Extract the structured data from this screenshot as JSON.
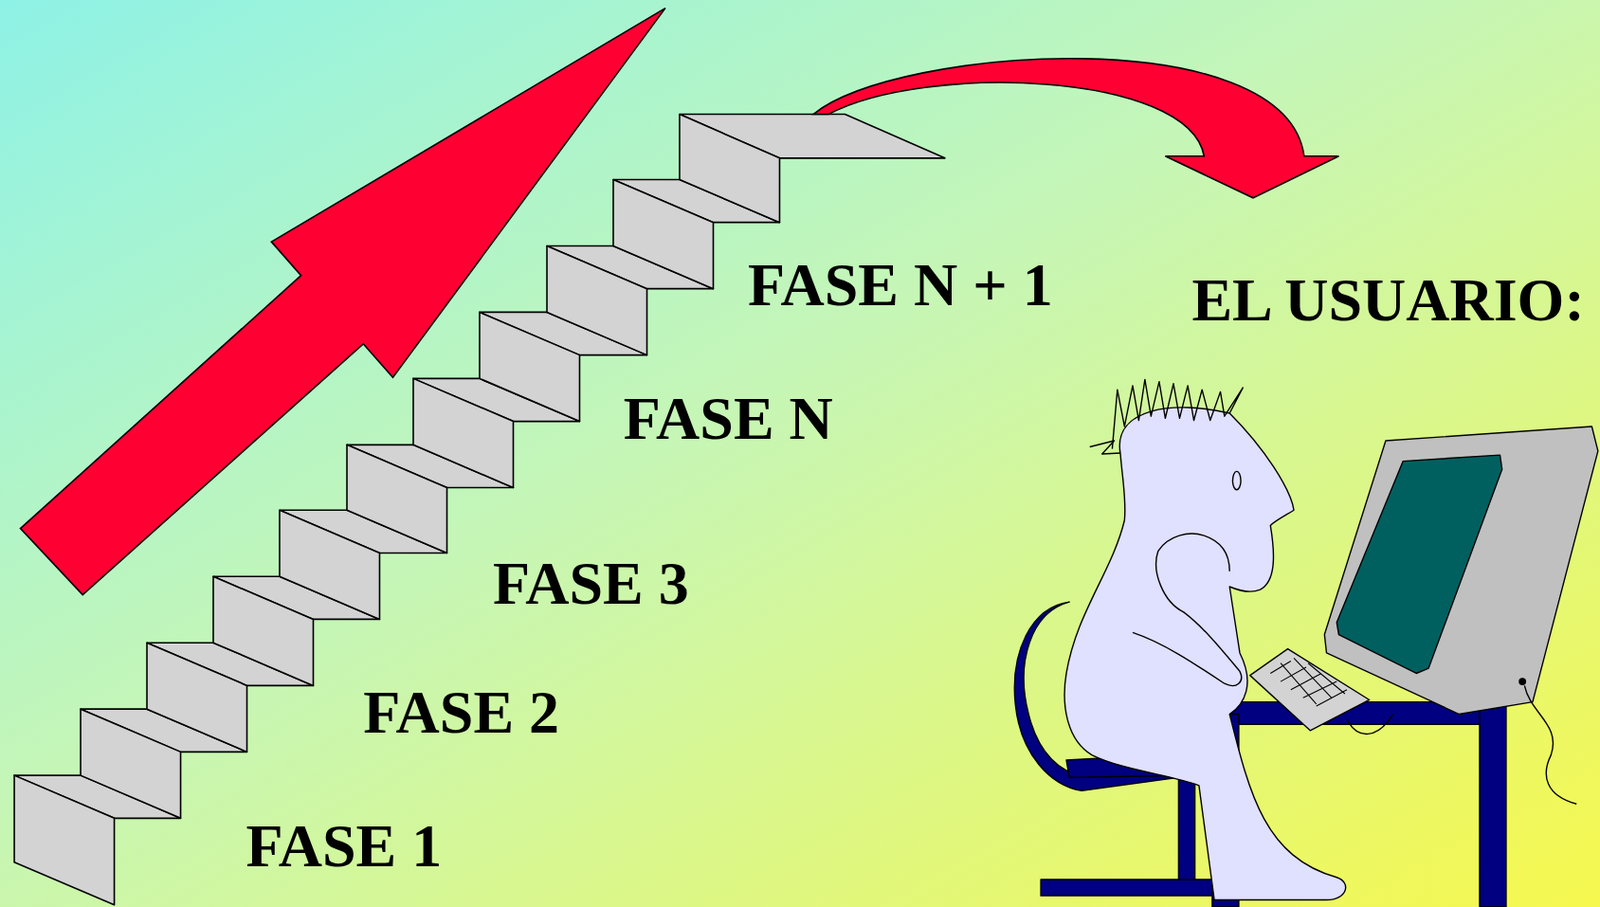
{
  "diagram": {
    "labels": [
      "FASE N + 1",
      "EL USUARIO:",
      "FASE N",
      "FASE 3",
      "FASE 2",
      "FASE 1"
    ]
  }
}
